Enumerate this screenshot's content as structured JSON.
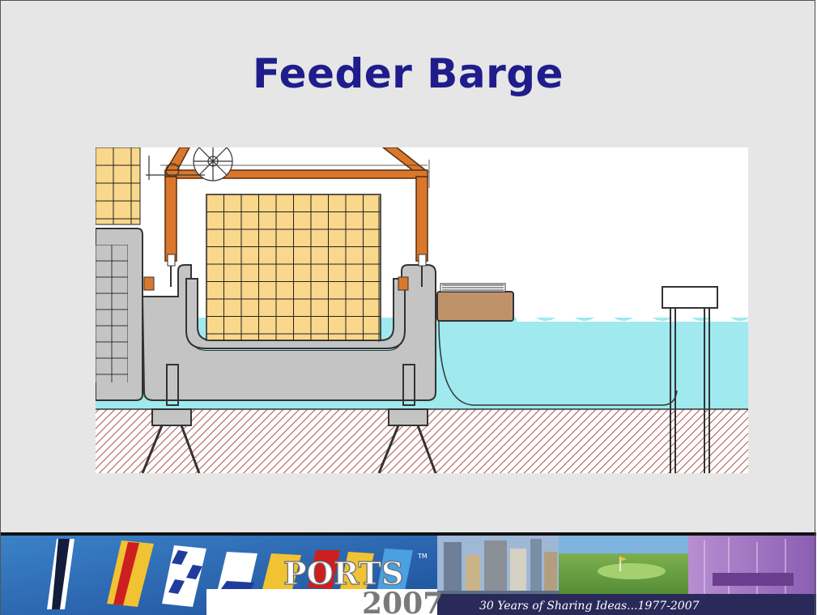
{
  "slide": {
    "title": "Feeder Barge"
  },
  "footer": {
    "logo_word": "PORTS",
    "logo_year": "2007",
    "trademark": "TM",
    "tagline": "30 Years of Sharing Ideas...1977-2007"
  },
  "colors": {
    "title": "#1f1d8c",
    "container_fill": "#f9d78b",
    "crane_orange": "#d9782d",
    "hull_grey": "#c4c4c4",
    "water": "#9fe9ef",
    "seabed_hatch": "#b05050",
    "barge_brown": "#c0926a"
  },
  "icons": [
    "flag-icon",
    "city-skyline",
    "golf-course",
    "harbor-scene"
  ]
}
